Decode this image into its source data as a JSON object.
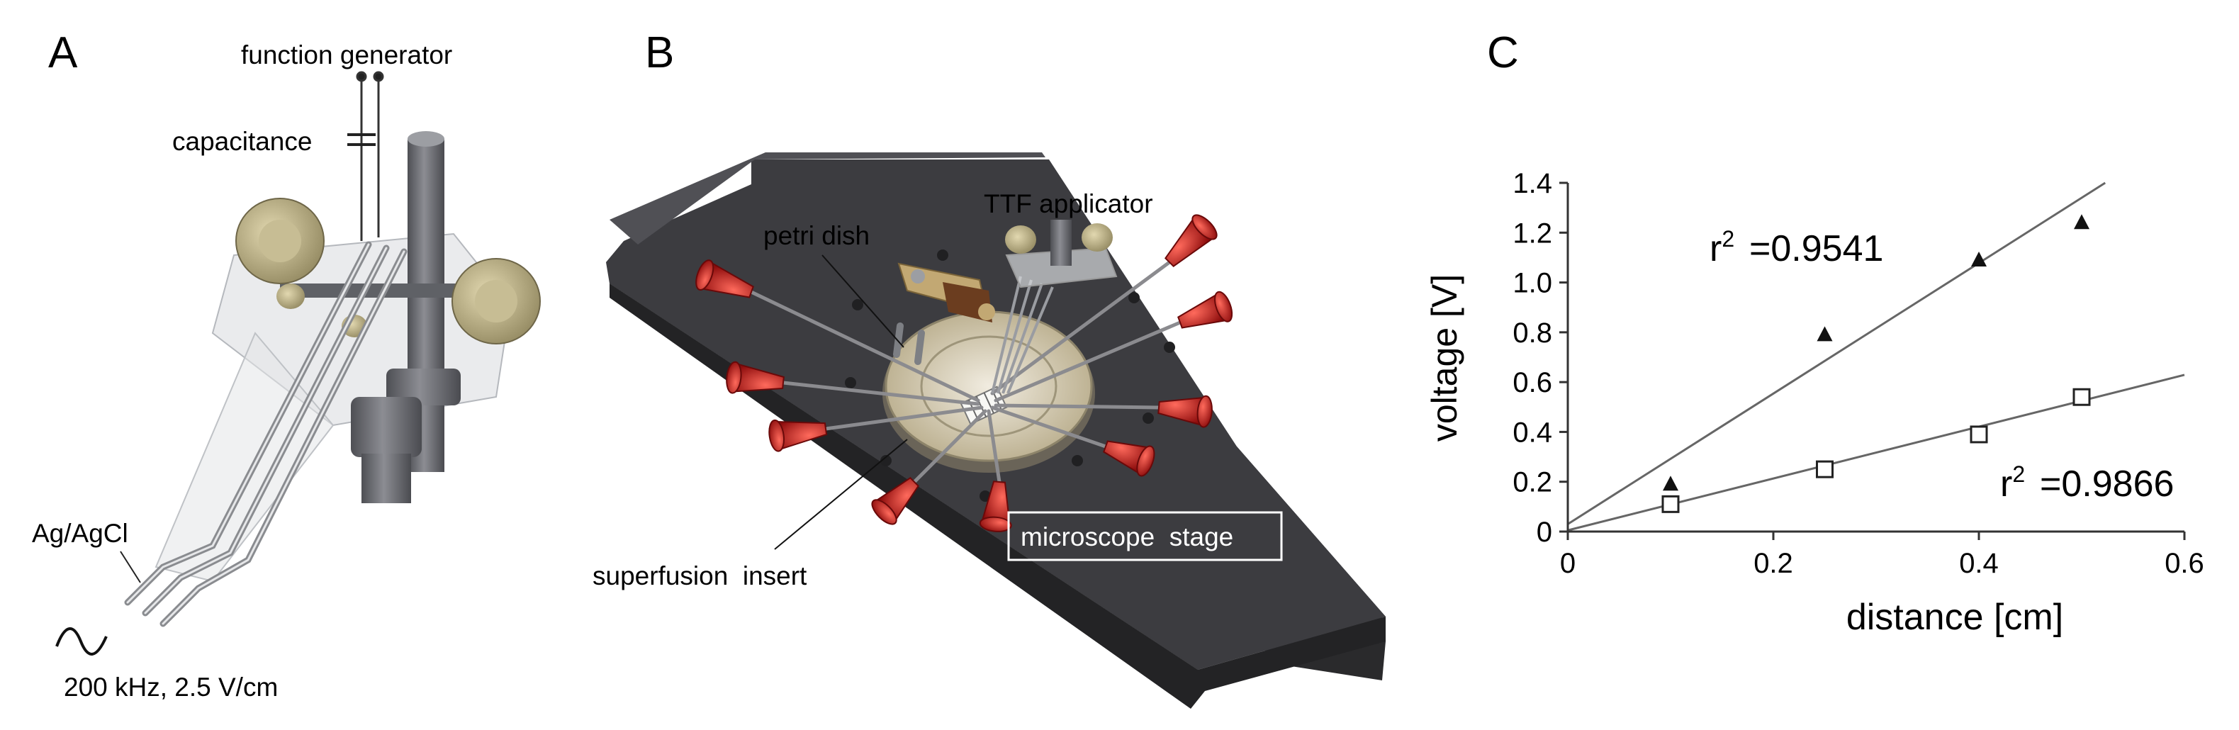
{
  "panel_a": {
    "letter": "A",
    "labels": {
      "function_generator": "function generator",
      "capacitance": "capacitance",
      "electrodes": "Ag/AgCl",
      "signal": "200 kHz, 2.5 V/cm"
    },
    "colors": {
      "brass": "#b9ad84",
      "steel": "#6f7075",
      "glass": "#d8dadd"
    }
  },
  "panel_b": {
    "letter": "B",
    "labels": {
      "applicator": "TTF applicator",
      "dish": "petri dish",
      "insert": "superfusion  insert",
      "stage": "microscope  stage"
    },
    "colors": {
      "stage": "#3b3b3e",
      "stage_edge": "#2a2a2c",
      "connector": "#c41818",
      "dish": "#d8cfb4"
    }
  },
  "panel_c": {
    "letter": "C",
    "chart_data": {
      "type": "scatter",
      "xlabel": "distance [cm]",
      "ylabel": "voltage [V]",
      "xlim": [
        0,
        0.6
      ],
      "ylim": [
        0,
        1.4
      ],
      "xticks": [
        "0",
        "0.2",
        "0.4",
        "0.6"
      ],
      "yticks": [
        "0",
        "0.2",
        "0.4",
        "0.6",
        "0.8",
        "1.0",
        "1.2",
        "1.4"
      ],
      "grid": false,
      "series": [
        {
          "marker": "filled-triangle",
          "x": [
            0.1,
            0.25,
            0.4,
            0.5
          ],
          "y": [
            0.19,
            0.79,
            1.09,
            1.24
          ],
          "fit": {
            "slope": 2.62,
            "intercept": 0.03
          },
          "annotation": "r² =0.9541"
        },
        {
          "marker": "open-square",
          "x": [
            0.1,
            0.25,
            0.4,
            0.5
          ],
          "y": [
            0.11,
            0.25,
            0.39,
            0.54
          ],
          "fit": {
            "slope": 1.04,
            "intercept": 0.005
          },
          "annotation": "r² =0.9866"
        }
      ]
    }
  }
}
